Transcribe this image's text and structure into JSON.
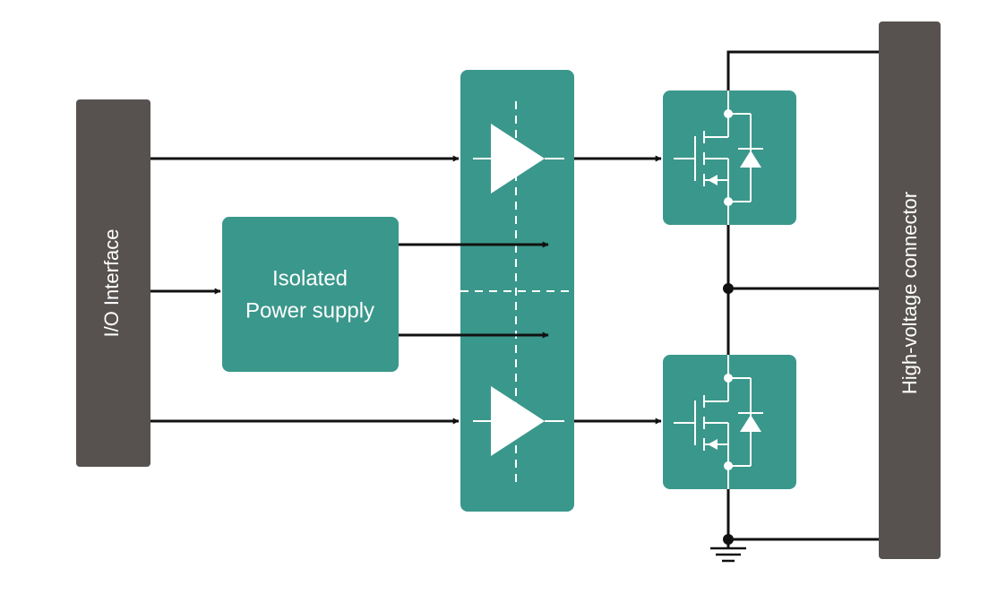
{
  "blocks": {
    "io_interface": {
      "label": "I/O Interface"
    },
    "isolated_power_supply": {
      "line1": "Isolated",
      "line2": "Power supply"
    },
    "high_voltage_connector": {
      "label": "High-voltage connector"
    }
  },
  "colors": {
    "teal_block": "#3a978b",
    "dark_block": "#575250",
    "wire": "#111111",
    "symbol": "#ffffff",
    "background": "#ffffff"
  }
}
